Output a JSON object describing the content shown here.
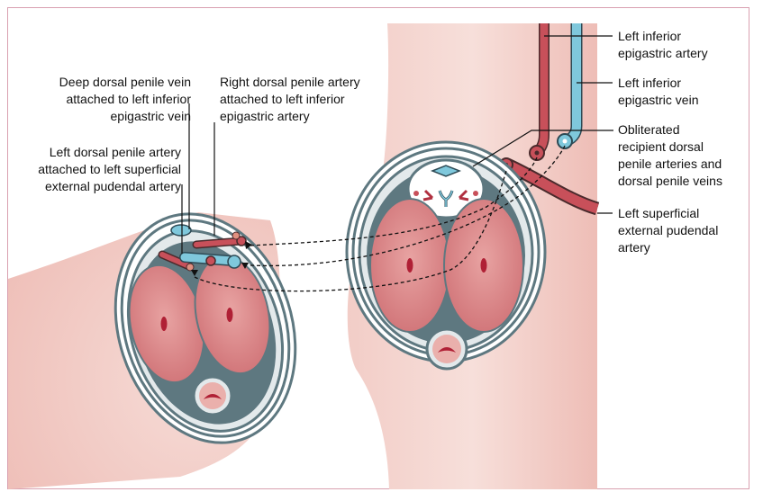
{
  "labels": {
    "deep_vein": [
      "Deep dorsal penile vein",
      "attached to left inferior",
      "epigastric vein"
    ],
    "right_artery": [
      "Right dorsal penile artery",
      "attached to left inferior",
      "epigastric artery"
    ],
    "left_artery": [
      "Left dorsal penile artery",
      "attached to left superficial",
      "external pudendal artery"
    ],
    "inf_epi_artery": [
      "Left inferior",
      "epigastric artery"
    ],
    "inf_epi_vein": [
      "Left inferior",
      "epigastric vein"
    ],
    "obliterated": [
      "Obliterated",
      "recipient dorsal",
      "penile arteries and",
      "dorsal penile veins"
    ],
    "sup_ext_pudendal": [
      "Left superficial",
      "external pudendal",
      "artery"
    ]
  },
  "colors": {
    "skin": "#f0c8c2",
    "corpus": "#d9787a",
    "artery": "#c8505a",
    "vein": "#7fc8dc",
    "fascia": "#5e7880",
    "border": "#d9a0b0"
  }
}
